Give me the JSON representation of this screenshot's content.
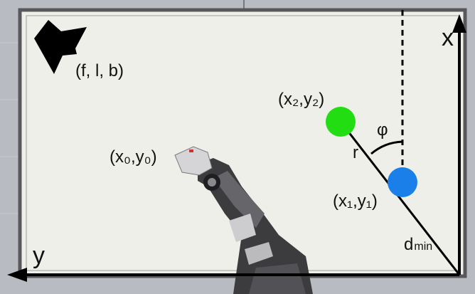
{
  "colors": {
    "background": "#b8bcc2",
    "workspace": "#efefea",
    "frame": "#58585c",
    "axis": "#000000",
    "green_point": "#22dd11",
    "blue_point": "#1a7fe8",
    "camera": "#000000"
  },
  "labels": {
    "camera": "(f, l, b)",
    "robot_origin": "(x₀,y₀)",
    "point_two": "(x₂,y₂)",
    "point_one": "(x₁,y₁)",
    "phi": "φ",
    "radius": "r",
    "d_min_base": "d",
    "d_min_sub": "min",
    "x_axis": "x",
    "y_axis": "y"
  },
  "icons": {
    "camera": "camera-icon",
    "robot": "robot-arm-icon"
  }
}
